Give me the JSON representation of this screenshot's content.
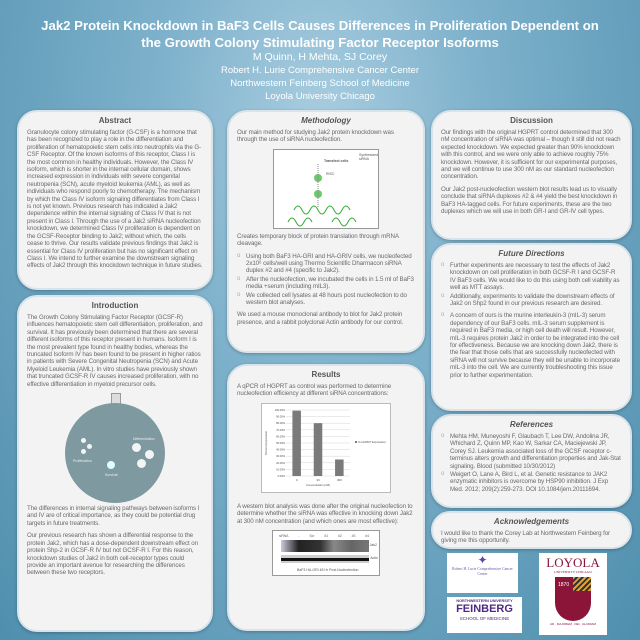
{
  "header": {
    "title": "Jak2 Protein Knockdown in BaF3 Cells Causes Differences in Proliferation Dependent on the Growth Colony Stimulating Factor Receptor Isoforms",
    "authors": "M Quinn, H Mehta, SJ Corey",
    "affiliations": [
      "Robert H. Lurie Comprehensive Cancer Center",
      "Northwestern Feinberg School of Medicine",
      "Loyola University Chicago"
    ]
  },
  "abstract": {
    "heading": "Abstract",
    "text": "Granulocyte colony stimulating factor (G-CSF) is a hormone that has been recognized to play a role in the differentiation and proliferation of hematopoietic stem cells into neutrophils via the G-CSF Receptor. Of the known isoforms of this receptor, Class I is the most common in healthy individuals. However, the Class IV isoform, which is shorter in the internal cellular domain, shows increased expression in individuals with severe congenital neutropenia (SCN), acute myeloid leukemia (AML), as well as individuals who respond poorly to chemotherapy. The mechanism by which the Class IV isoform signaling differentiates from Class I is not yet known. Previous research has indicated a Jak2 dependence within the internal signaling of Class IV that is not present in Class I. Through the use of a Jak2 siRNA nucleofection knockdown, we determined Class IV proliferation is dependent on the GCSF-Receptor binding to Jak2; without which, the cells cease to thrive. Our results validate previous findings that Jak2 is essential for Class IV proliferation but has no significant effect on Class I. We intend to further examine the downstream signaling effects of Jak2 through this knockdown technique in future studies."
  },
  "introduction": {
    "heading": "Introduction",
    "p1": "The Growth Colony Stimulating Factor Receptor (GCSF-R) influences hematopoietic  stem cell differentiation, proliferation, and survival. It has previously been determined that there are several different isoforms of this receptor present in humans. Isoform I is the most prevalent type found in healthy bodies, whereas the truncated Isoform IV has been found to be present in higher ratios in patients with Severe Congenital Neutropenia (SCN) and Acute Myeloid Leukemia (AML). In vitro studies have previously shown that truncated GCSF-R IV causes increased proliferation, with no effective differentiation in myeloid precursor cells.",
    "diagram_labels": {
      "proliferation": "Proliferation",
      "survival": "Survival",
      "differentiation": "Differentiation"
    },
    "p2": "The differences in internal signaling pathways between isoforms I and IV are of critical importance, as they could be potential drug targets  in future treatments.",
    "p3": "Our previous research has shown a differential response to the protein Jak2, which has a dose-dependent downstream effect on protein Shp-2 in GCSF-R IV but not GCSF-R I. For this reason, knockdown studies of Jak2 in both cell-receptor types could provide an important avenue for researching the differences between these two receptors."
  },
  "methodology": {
    "heading": "Methodology",
    "intro": "Our main method for studying Jak2 protein knockdown was through the use of siRNA nucleofection.",
    "diagram_labels": {
      "transfect": "Transfect cells",
      "synth": "Synthesized siRNA",
      "risc": "RISC"
    },
    "caption": "Creates temporary block of protein translation through mRNA cleavage.",
    "bullets": [
      "Using both BaF3 HA-GRI and HA-GRIV cells, we nucleofected 2x10⁶ cells/well using Thermo Scientific Dharmacon siRNA duplex #2 and #4 (specific to Jak2).",
      "After the nucleofection, we incubated the cells in 1.5 ml of BaF3 media +serum (including mIL3).",
      "We collected cell lysates at 48 hours post nucleofection to do western blot analyses."
    ],
    "outro": "We used a mouse monoclonal antibody to blot for Jak2 protein presence, and a rabbit polyclonal Actin antibody for our control."
  },
  "results": {
    "heading": "Results",
    "p1": "A qPCR of HGPRT as control was performed to determine nucleofection efficiency at different siRNA concentrations:",
    "p2": "A western blot analysis was done after the original nucleofection to determine whether the siRNA was effective in knocking down Jak2 at 300 nM concentration (and which ones are most effective):",
    "blot": {
      "lanes": [
        "siRNA",
        "-",
        "Scr",
        "#1",
        "#2",
        "#3",
        "#4"
      ],
      "bands": [
        "Jak2",
        "Actin"
      ],
      "caption": "BaF3 HA-GRI 48 Hr Post-Nucleofection"
    }
  },
  "chart_data": {
    "type": "bar",
    "categories": [
      "0",
      "30",
      "300"
    ],
    "series": [
      {
        "name": "% HGPRT Expression",
        "values": [
          99,
          80,
          25
        ]
      }
    ],
    "xlabel": "Concentration (nM)",
    "ylabel": "Percent Expression",
    "ylim": [
      0,
      100
    ],
    "yticks": [
      "0.00%",
      "10.00%",
      "20.00%",
      "30.00%",
      "40.00%",
      "50.00%",
      "60.00%",
      "70.00%",
      "80.00%",
      "90.00%",
      "100.00%"
    ],
    "grid": true,
    "legend": "right",
    "bar_color": "#7a7a7a"
  },
  "discussion": {
    "heading": "Discussion",
    "p1": "Our findings with the original HGPRT control determined that 300 nM concentration of siRNA was optimal – though it still did not reach expected knockdown. We expected greater than 90% knockdown with this control, and we were only able to achieve roughly 75% knockdown. However, it is sufficient for our experimental purposes, and we will continue to use 300 nM as our standard nucleofection concentration.",
    "p2": "Our Jak2 post-nucleofection western blot results lead us to visually conclude that siRNA duplexes #2 & #4 yield the best knockdown in BaF3 HA-tagged cells. For future experiments, these are the two duplexes which we will use in both GR-I and GR-IV cell types."
  },
  "future": {
    "heading": "Future Directions",
    "bullets": [
      "Further experiments are necessary to test the effects of Jak2 knockdown on cell proliferation in both GCSF-R I and GCSF-R IV BaF3 cells. We would like to do this using both cell viability as well as MTT assays.",
      "Additionally, experiments to validate the downstream effects of Jak2 on Shp2 found in our previous research are desired.",
      "A concern of ours is the murine interleukin-3 (mIL-3) serum dependency of our BaF3 cells.  mIL-3 serum supplement is required in BaF3 media, or high cell death will result. However, mIL-3 requires protein Jak2 in order to be integrated into the cell for effectiveness. Because we are knocking down Jak2, there is the fear that those cells that are successfully nucleofected with siRNA will not survive because they will be unable to incorporate mIL-3 into the cell. We are currently troubleshooting this issue prior to further experimentation."
    ]
  },
  "references": {
    "heading": "References",
    "items": [
      "Mehta HM, Muneyoshi F, Glaubach T, Lee DW, Andolina JR, Whichard Z, Quinn MP, Kao W, Sarkar CA, Maciejewski JP, Corey SJ. Leukemia associated loss of the GCSF receptor c-terminus alters growth and differentiation properties and Jak-Stat signaling. Blood (submitted 10/30/2012)",
      "Weigert O, Lane A, Bird L, et al. Genetic resistance to JAK2 enzymatic inhibitors is overcome by HSP90 inhibition. J Exp Med. 2012; 209(2):259-273. DOI 10.1084/jem.20111694."
    ]
  },
  "acknowledgements": {
    "heading": "Acknowledgements",
    "text": "I would like to thank the Corey Lab at Northwestern Feinberg for giving me this opportunity."
  },
  "logos": {
    "lurie": "Robert H. Lurie Comprehensive Cancer Center",
    "feinberg_top": "NORTHWESTERN UNIVERSITY",
    "feinberg_main": "FEINBERG",
    "feinberg_sub": "SCHOOL OF MEDICINE",
    "loyola": "LOYOLA",
    "loyola_sub": "UNIVERSITY CHICAGO",
    "loyola_year": "1870",
    "loyola_motto": "AD · MAJOREM · DEI · GLORIAM"
  }
}
